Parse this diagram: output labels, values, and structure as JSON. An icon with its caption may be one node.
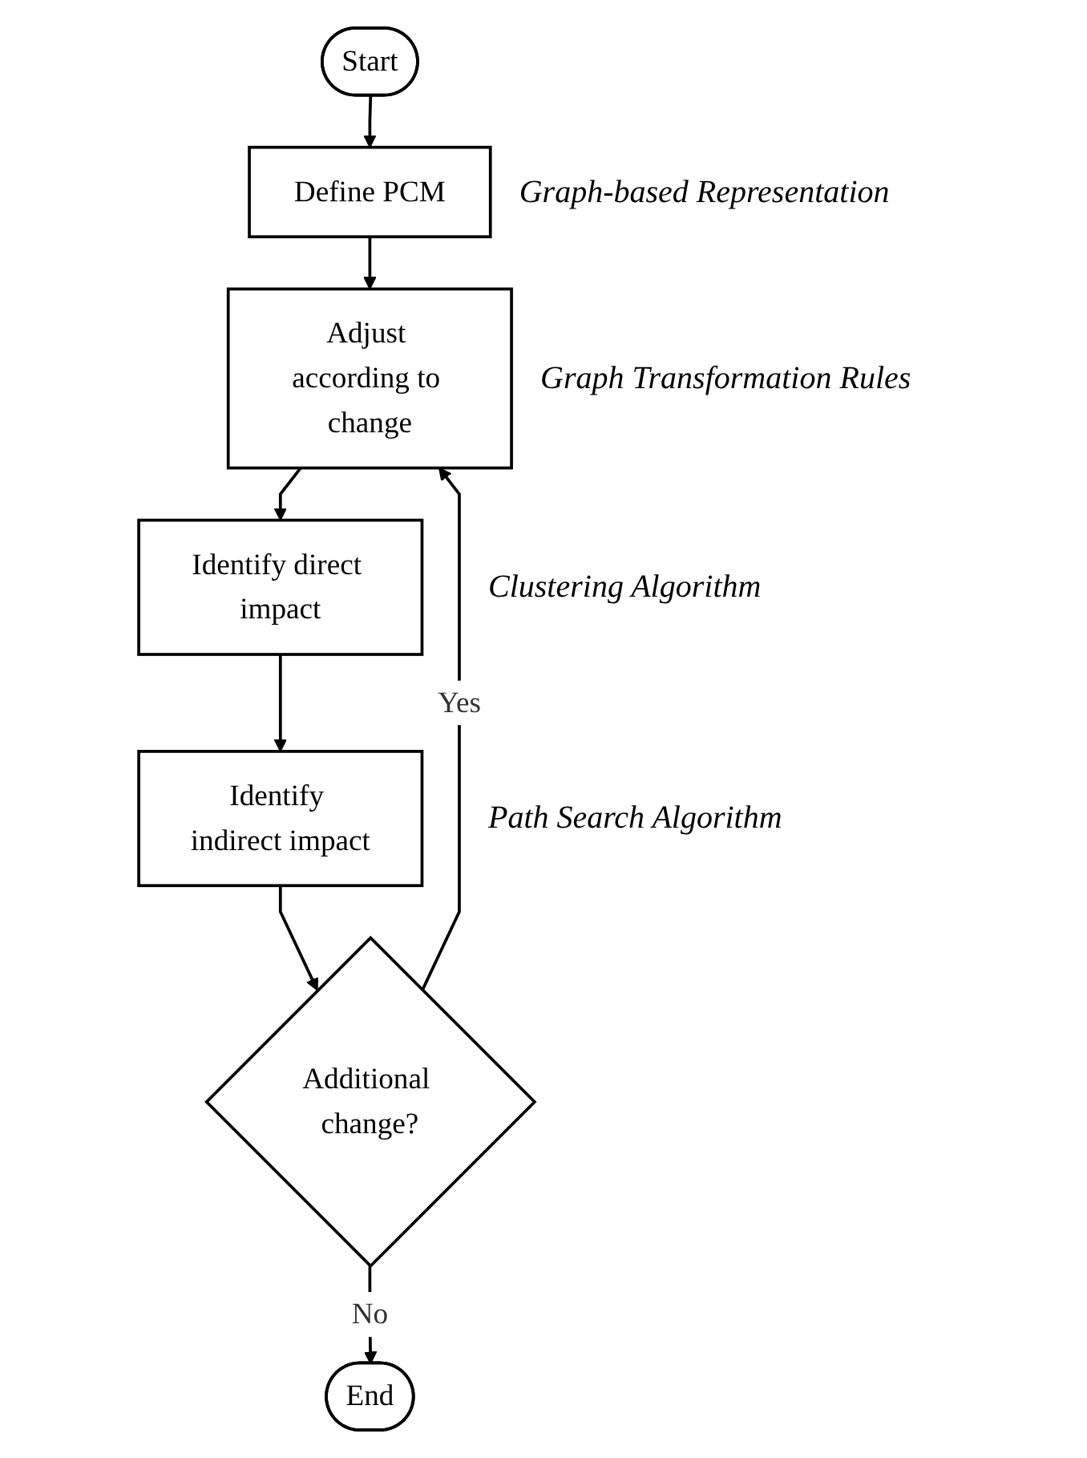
{
  "diagram": {
    "nodes": [
      {
        "text": [
          "Start"
        ]
      },
      {
        "text": [
          "Define PCM"
        ],
        "beside": [
          "Graph-based Representation"
        ]
      },
      {
        "text": [
          "Adjust according to change"
        ],
        "beside": [
          "Graph Transformation Rules"
        ]
      },
      {
        "text": [
          "Identify direct impact"
        ],
        "beside": [
          "Clustering Algorithm"
        ]
      },
      {
        "text": [
          "Identify indirect impact"
        ],
        "beside": [
          "Path Search Algorithm"
        ]
      },
      {
        "text": [
          "Additional change?"
        ]
      },
      {
        "text": [
          "End"
        ]
      }
    ],
    "edges": [
      {
        "from": 0,
        "to": 1,
        "arrow": "to"
      },
      {
        "from": 1,
        "to": 2,
        "arrow": "to"
      },
      {
        "from": 2,
        "to": 3,
        "arrow": "to"
      },
      {
        "from": 3,
        "to": 4,
        "arrow": "to"
      },
      {
        "from": 4,
        "to": 5,
        "arrow": "to"
      },
      {
        "from": 5,
        "to": 2,
        "arrow": "to",
        "label": "Yes"
      },
      {
        "from": 5,
        "to": 6,
        "arrow": "to",
        "label": "No"
      }
    ]
  }
}
